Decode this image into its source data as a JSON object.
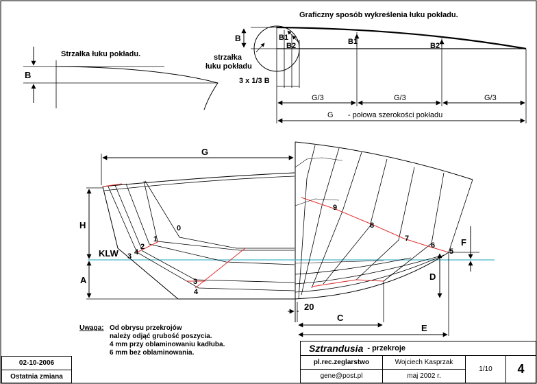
{
  "top_section": {
    "title": "Graficzny sposób wykreślenia łuku pokładu.",
    "label_b": "B",
    "label_b1_small": "B1",
    "label_b2_small": "B2",
    "label_b1": "B1",
    "label_b2": "B2",
    "strzalka_line1": "strzałka",
    "strzalka_line2": "łuku pokładu",
    "label_3x13b": "3 x 1/3 B",
    "label_g3_a": "G/3",
    "label_g3_b": "G/3",
    "label_g3_c": "G/3",
    "label_g": "G",
    "label_g_desc": "- połowa szerokości pokładu"
  },
  "left_section": {
    "title": "Strzałka łuku pokładu.",
    "label_b": "B"
  },
  "body_plan": {
    "label_g": "G",
    "label_h": "H",
    "label_klw": "KLW",
    "label_a": "A",
    "label_c": "C",
    "label_d": "D",
    "label_e": "E",
    "label_f": "F",
    "label_20": "20",
    "station_numbers_left": [
      "0",
      "1",
      "2",
      "3",
      "4",
      "3",
      "4"
    ],
    "station_numbers_right": [
      "9",
      "8",
      "7",
      "6",
      "5"
    ]
  },
  "note": {
    "heading": "Uwaga:",
    "line1": "Od obrysu przekrojów",
    "line2": "należy odjąć grubość poszycia.",
    "line3": "4 mm przy oblaminowaniu kadłuba.",
    "line4": "6 mm bez oblaminowania."
  },
  "footer": {
    "date": "02-10-2006",
    "last_change": "Ostatnia zmiana",
    "title": "Sztrandusia",
    "subtitle": "- przekroje",
    "org": "pl.rec.zeglarstwo",
    "email": "gene@post.pl",
    "author": "Wojciech Kasprzak",
    "date2": "maj 2002 r.",
    "scale": "1/10",
    "sheet": "4"
  },
  "colors": {
    "accent_red": "#e03030",
    "waterline": "#4ab3c8",
    "line": "#000000"
  }
}
